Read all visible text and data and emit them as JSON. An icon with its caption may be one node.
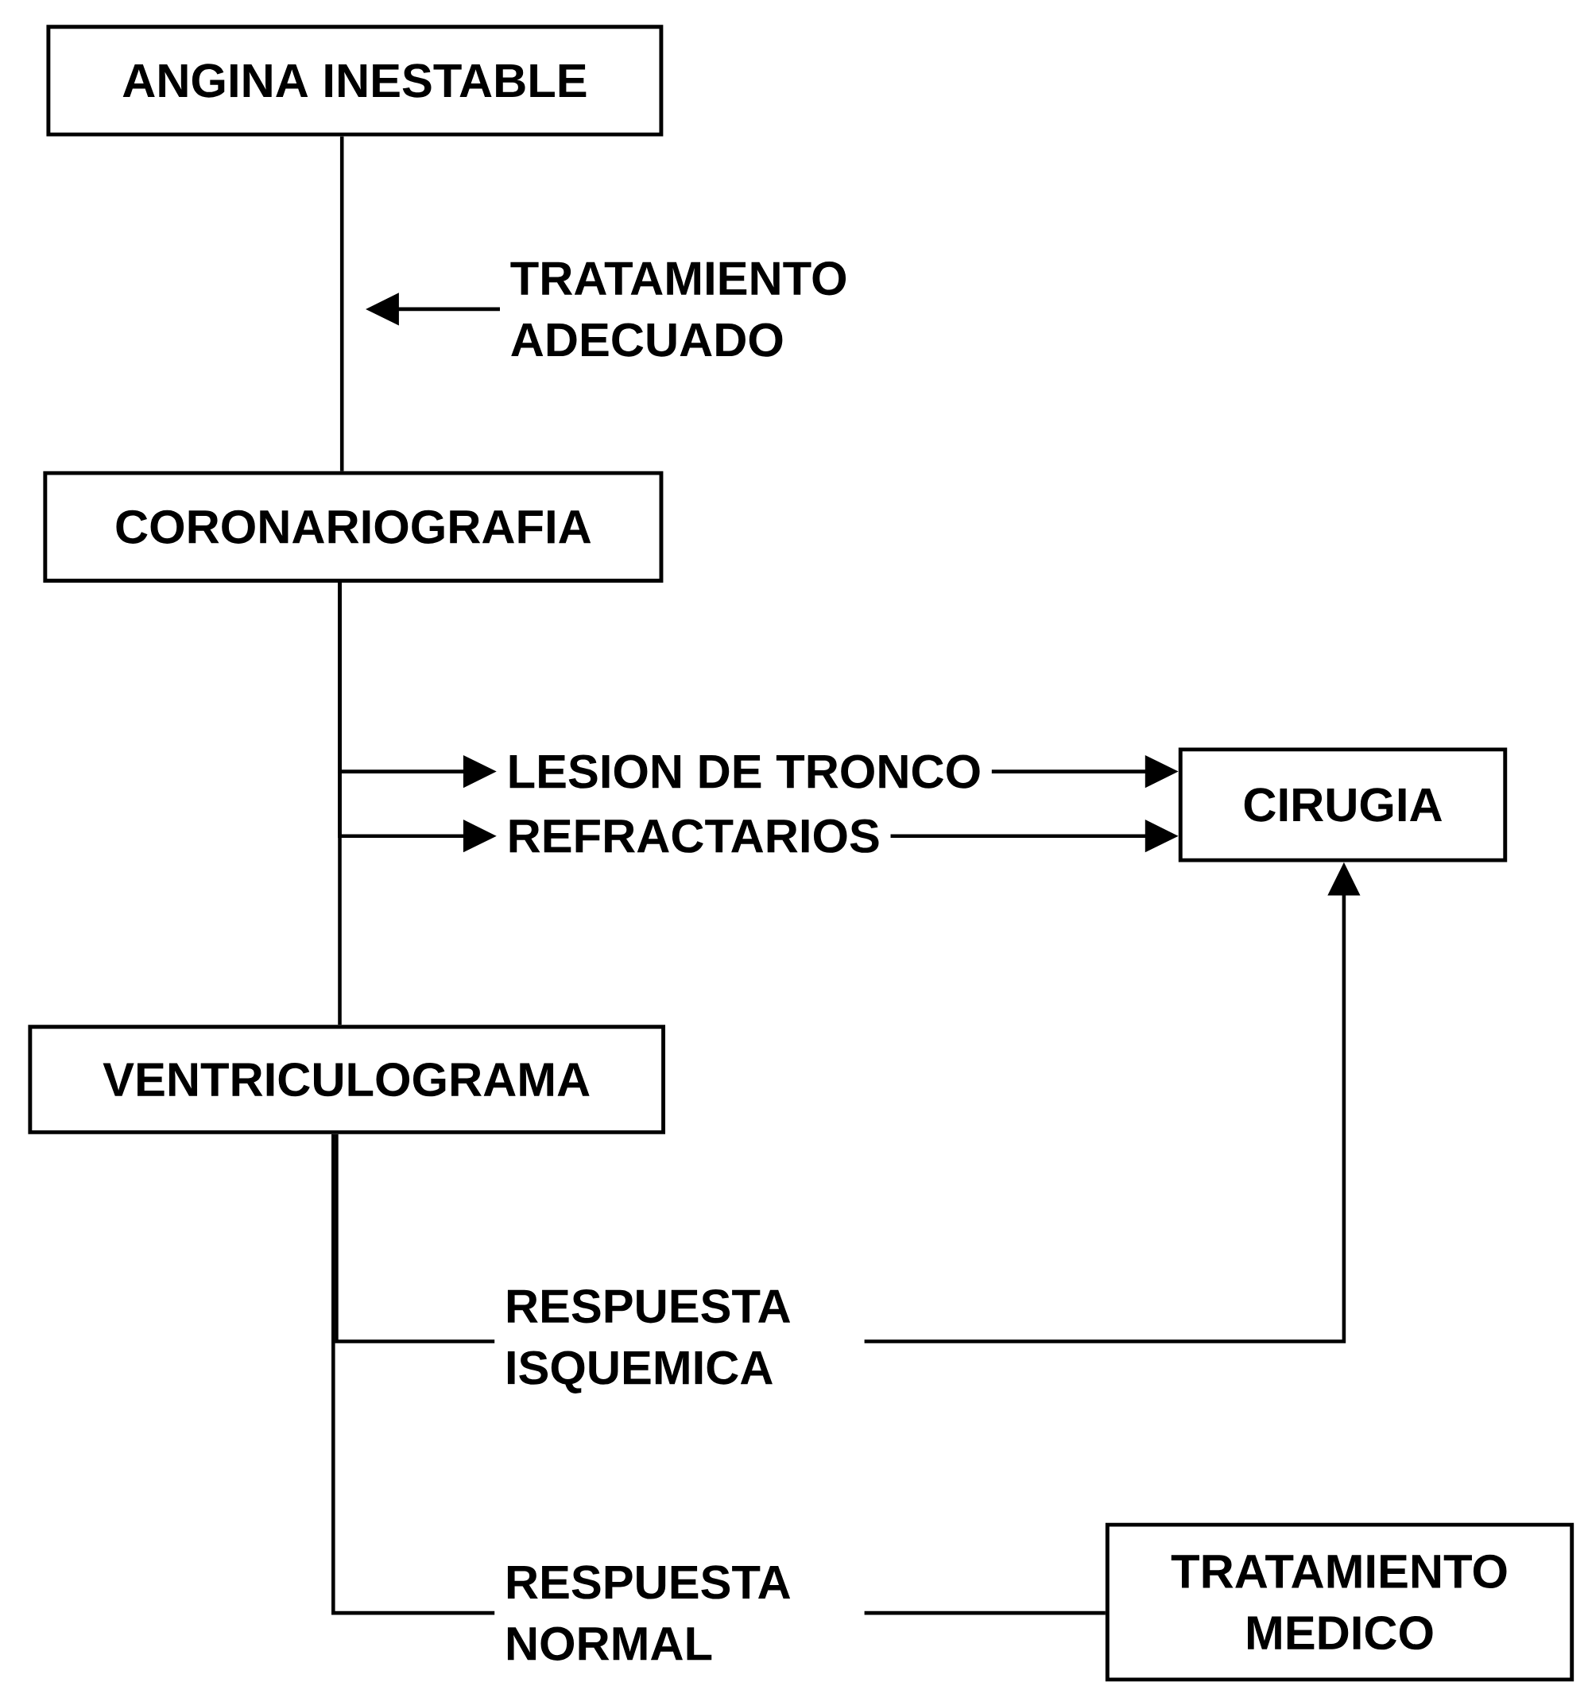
{
  "diagram": {
    "nodes": [
      {
        "text": [
          "ANGINA INESTABLE"
        ]
      },
      {
        "text": [
          "TRATAMIENTO ADECUADO"
        ]
      },
      {
        "text": [
          "CORONARIOGRAFIA"
        ]
      },
      {
        "text": [
          "LESION DE TRONCO"
        ]
      },
      {
        "text": [
          "REFRACTARIOS"
        ]
      },
      {
        "text": [
          "CIRUGIA"
        ]
      },
      {
        "text": [
          "VENTRICULOGRAMA"
        ]
      },
      {
        "text": [
          "RESPUESTA ISQUEMICA"
        ]
      },
      {
        "text": [
          "RESPUESTA NORMAL"
        ]
      },
      {
        "text": [
          "TRATAMIENTO MEDICO"
        ]
      }
    ],
    "edges": [
      {
        "from": 0,
        "to": 2,
        "arrow": "none"
      },
      {
        "from": 1,
        "to": null,
        "arrow": "to"
      },
      {
        "from": 2,
        "to": 6,
        "arrow": "none"
      },
      {
        "from": 2,
        "to": 3,
        "arrow": "to"
      },
      {
        "from": 2,
        "to": 4,
        "arrow": "to"
      },
      {
        "from": 3,
        "to": 5,
        "arrow": "to"
      },
      {
        "from": 4,
        "to": 5,
        "arrow": "to"
      },
      {
        "from": 6,
        "to": 7,
        "arrow": "none"
      },
      {
        "from": 7,
        "to": 5,
        "arrow": "to"
      },
      {
        "from": 6,
        "to": 8,
        "arrow": "none"
      },
      {
        "from": 8,
        "to": 9,
        "arrow": "none"
      }
    ]
  }
}
